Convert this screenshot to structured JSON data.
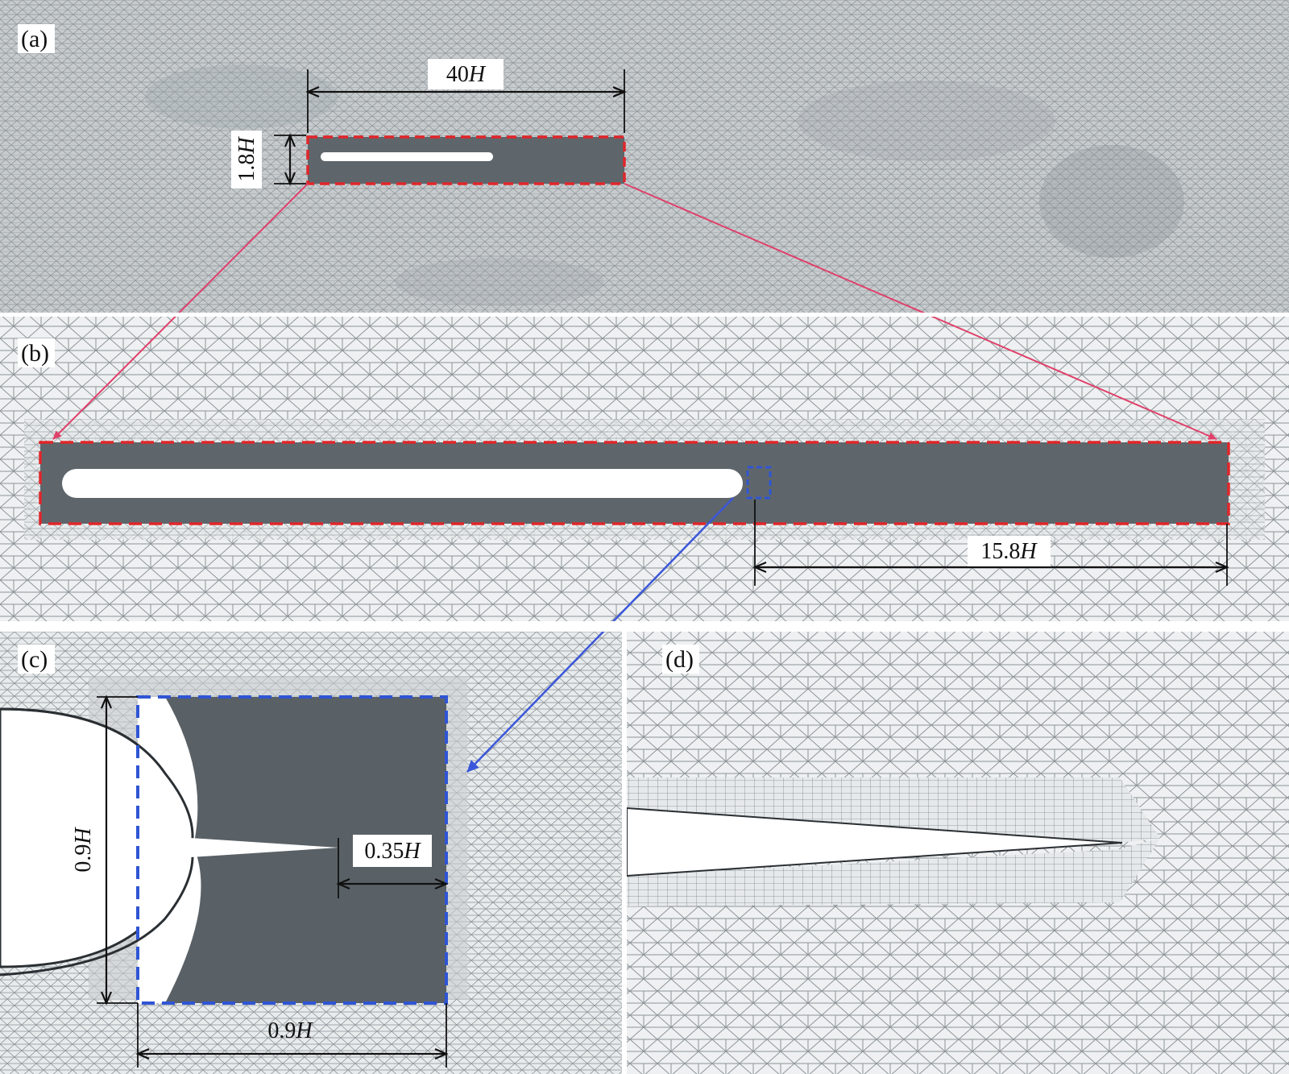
{
  "panels": [
    {
      "id": "a",
      "label": "(a)"
    },
    {
      "id": "b",
      "label": "(b)"
    },
    {
      "id": "c",
      "label": "(c)"
    },
    {
      "id": "d",
      "label": "(d)"
    }
  ],
  "dimensions": {
    "a_width": {
      "value": "40",
      "unit": "H"
    },
    "a_height": {
      "value": "1.8",
      "unit": "H"
    },
    "b_wake_length": {
      "value": "15.8",
      "unit": "H"
    },
    "c_height": {
      "value": "0.9",
      "unit": "H"
    },
    "c_width": {
      "value": "0.9",
      "unit": "H"
    },
    "c_tail": {
      "value": "0.35",
      "unit": "H"
    }
  },
  "colors": {
    "mesh_dense": "#5f666b",
    "mesh_coarse_bg": "#b9bec2",
    "mesh_line": "#8a9196",
    "red_box": "#e0262a",
    "blue_box": "#2f55d4",
    "red_arrow": "#e0406a",
    "blue_arrow": "#3b57d9"
  }
}
